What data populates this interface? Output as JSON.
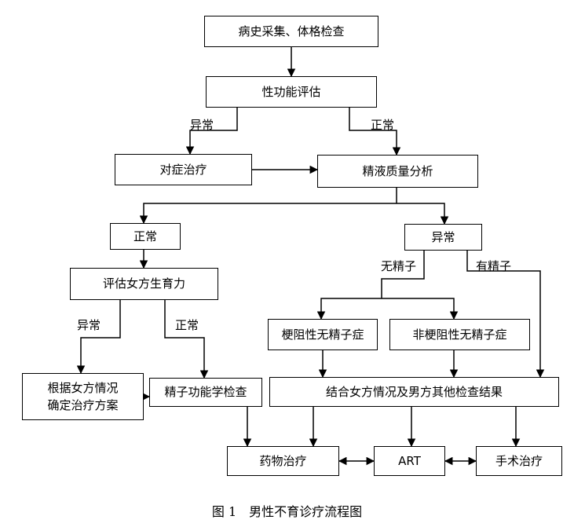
{
  "nodes": {
    "history_exam": "病史采集、体格检查",
    "sexual_function": "性功能评估",
    "symptomatic": "对症治疗",
    "semen_analysis": "精液质量分析",
    "normal": "正常",
    "abnormal": "异常",
    "female_fertility": "评估女方生育力",
    "obstructive": "梗阻性无精子症",
    "non_obstructive": "非梗阻性无精子症",
    "female_based_plan": "根据女方情况\n确定治疗方案",
    "sperm_function": "精子功能学检查",
    "combined": "结合女方情况及男方其他检查结果",
    "drug": "药物治疗",
    "art": "ART",
    "surgery": "手术治疗"
  },
  "edge_labels": {
    "sexfunc_abnormal": "异常",
    "sexfunc_normal": "正常",
    "azoospermia": "无精子",
    "has_sperm": "有精子",
    "female_abnormal": "异常",
    "female_normal": "正常"
  },
  "caption": "图 1　男性不育诊疗流程图"
}
